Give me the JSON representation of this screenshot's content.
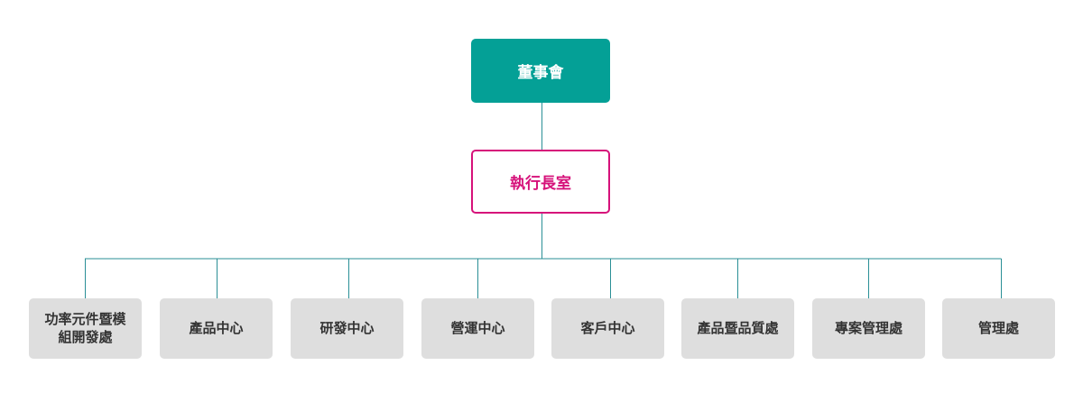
{
  "board": {
    "label": "董事會"
  },
  "ceo_office": {
    "label": "執行長室"
  },
  "departments": [
    {
      "label": "功率元件暨模\n組開發處"
    },
    {
      "label": "產品中心"
    },
    {
      "label": "研發中心"
    },
    {
      "label": "營運中心"
    },
    {
      "label": "客戶中心"
    },
    {
      "label": "產品暨品質處"
    },
    {
      "label": "專案管理處"
    },
    {
      "label": "管理處"
    }
  ],
  "colors": {
    "board_fill": "#04a096",
    "ceo_border": "#d6117a",
    "department_fill": "#dedede",
    "connector": "#2a8f96"
  }
}
